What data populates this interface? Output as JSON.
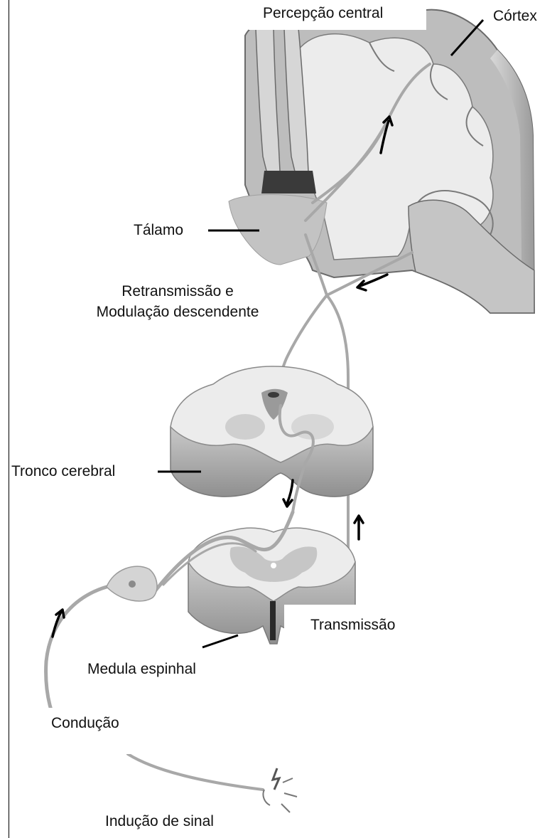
{
  "labels": {
    "percepcao": "Percepção central",
    "cortex": "Córtex",
    "talamo": "Tálamo",
    "retransmissao_line1": "Retransmissão e",
    "retransmissao_line2": "Modulação descendente",
    "tronco": "Tronco cerebral",
    "transmissao": "Transmissão",
    "medula": "Medula espinhal",
    "conducao": "Condução",
    "inducao": "Indução de sinal"
  },
  "colors": {
    "tissue_light": "#efefef",
    "tissue_mid": "#cfcfcf",
    "tissue_dark": "#8a8a8a",
    "tissue_edge": "#5e5e5e",
    "pathway": "#a8a8a8",
    "arrow": "#000000"
  }
}
